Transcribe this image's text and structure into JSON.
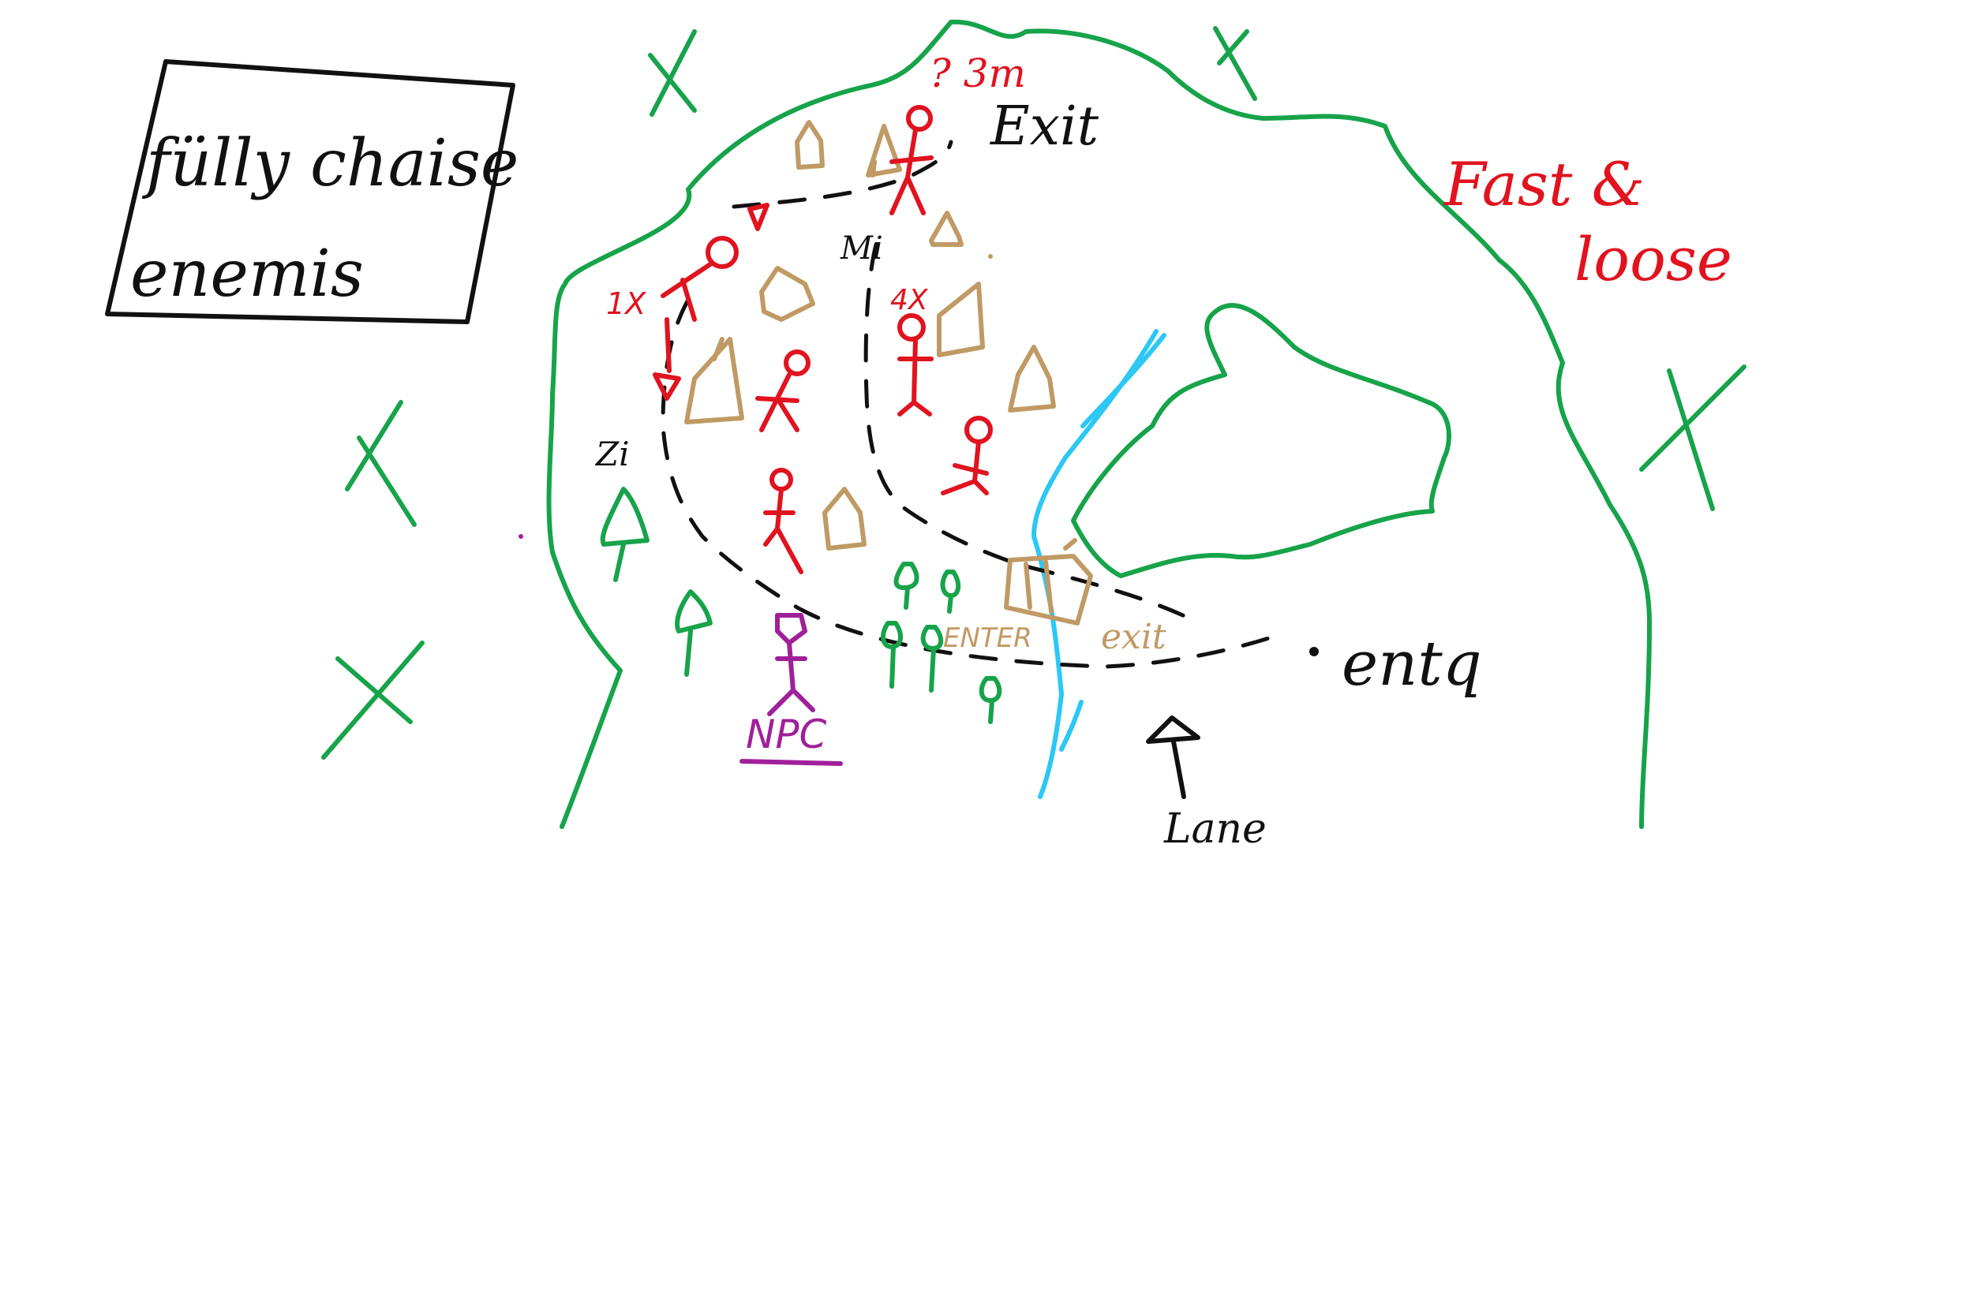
{
  "colors": {
    "ink": "#111111",
    "enemy": "#e0131f",
    "terrain": "#17a34a",
    "house": "#c09a64",
    "river": "#2cc7f5",
    "npc": "#a0209a"
  },
  "labels": {
    "note_box": "fülly chaise enemis",
    "exit": "Exit",
    "enemy_count_top": "? 3m",
    "fast_loose": "Fast & loose",
    "entry": "entq",
    "npc": "NPC",
    "lane": "Lane",
    "enemy_1x": "1X",
    "enemy_4x": "4X",
    "zone_enter": "ENTER",
    "zone_exit": "exit",
    "mark_m": "Mi",
    "mark_z": "Zi"
  },
  "icons": [
    "cross-marker-icon",
    "house-icon",
    "stickfigure-icon",
    "tree-icon",
    "gate-icon",
    "arrow-icon"
  ]
}
